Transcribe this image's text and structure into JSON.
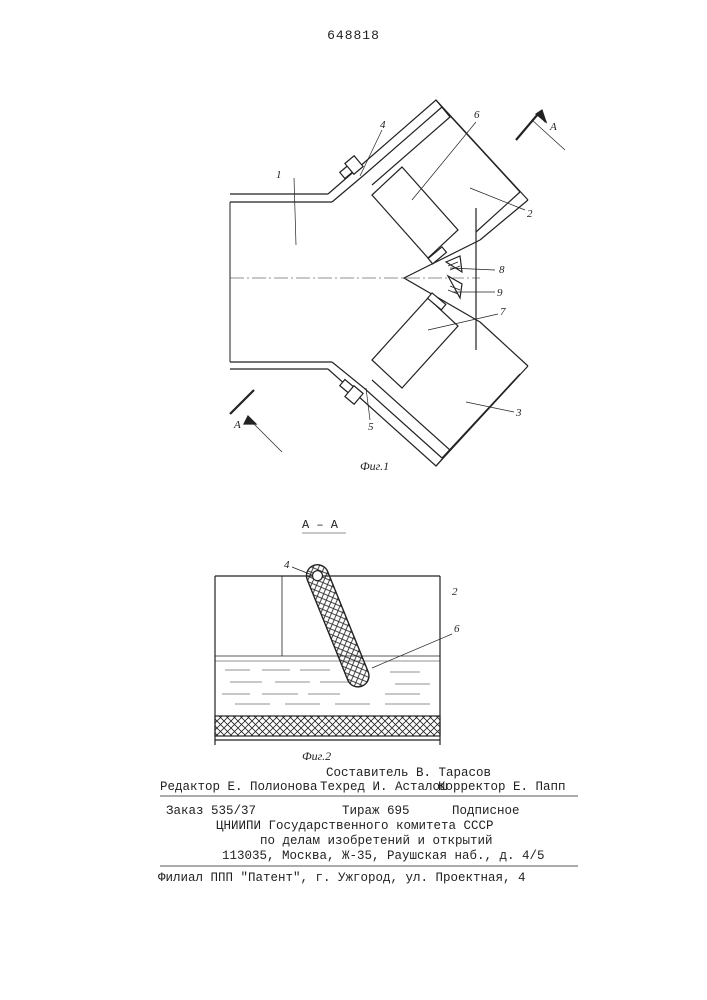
{
  "patent_number": "648818",
  "figure1": {
    "caption": "Фиг.1",
    "section_mark": "А",
    "labels": [
      "1",
      "2",
      "3",
      "4",
      "5",
      "6",
      "7",
      "8",
      "9"
    ]
  },
  "figure2": {
    "caption": "Фиг.2",
    "section_title": "А – А",
    "labels": [
      "4",
      "2",
      "6"
    ]
  },
  "imprint": {
    "compiler": "Составитель В. Тарасов",
    "editor": "Редактор Е. Полионова",
    "techred": "Техред И. Асталош",
    "corrector": "Корректор Е. Папп",
    "order": "Заказ 535/37",
    "circulation": "Тираж 695",
    "subscription": "Подписное",
    "org1": "ЦНИИПИ Государственного комитета СССР",
    "org2": "по делам изобретений и открытий",
    "address": "113035, Москва, Ж-35, Раушская наб., д. 4/5",
    "branch": "Филиал ППП \"Патент\", г. Ужгород, ул. Проектная, 4"
  }
}
